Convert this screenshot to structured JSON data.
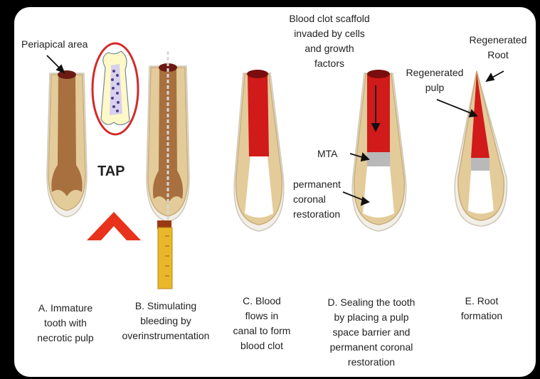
{
  "labels": {
    "periapical_area": "Periapical area",
    "tap": "TAP",
    "blood_clot_scaffold": "Blood clot scaffold\ninvaded by cells\nand growth\nfactors",
    "mta": "MTA",
    "permanent_coronal_restoration": "permanent\ncoronal\nrestoration",
    "regenerated_pulp": "Regenerated\npulp",
    "regenerated_root": "Regenerated\nRoot"
  },
  "captions": [
    {
      "id": "a",
      "text": "A. Immature\ntooth with\nnecrotic pulp"
    },
    {
      "id": "b",
      "text": "B. Stimulating\nbleeding by\noverinstrumentation"
    },
    {
      "id": "c",
      "text": "C. Blood\nflows in\ncanal to form\nblood clot"
    },
    {
      "id": "d",
      "text": "D. Sealing the tooth\nby placing a pulp\nspace barrier and\npermanent coronal\nrestoration"
    },
    {
      "id": "e",
      "text": "E. Root\nformation"
    }
  ],
  "colors": {
    "dentin": "#e3cc9a",
    "dentin_edge": "#c9ad78",
    "necrotic_pulp": "#a8703f",
    "blood": "#d11a1a",
    "mta": "#b9b9b9",
    "tap_circle": "#d42a2a",
    "arrow_red": "#e8321c",
    "file_handle": "#e8b82a"
  }
}
